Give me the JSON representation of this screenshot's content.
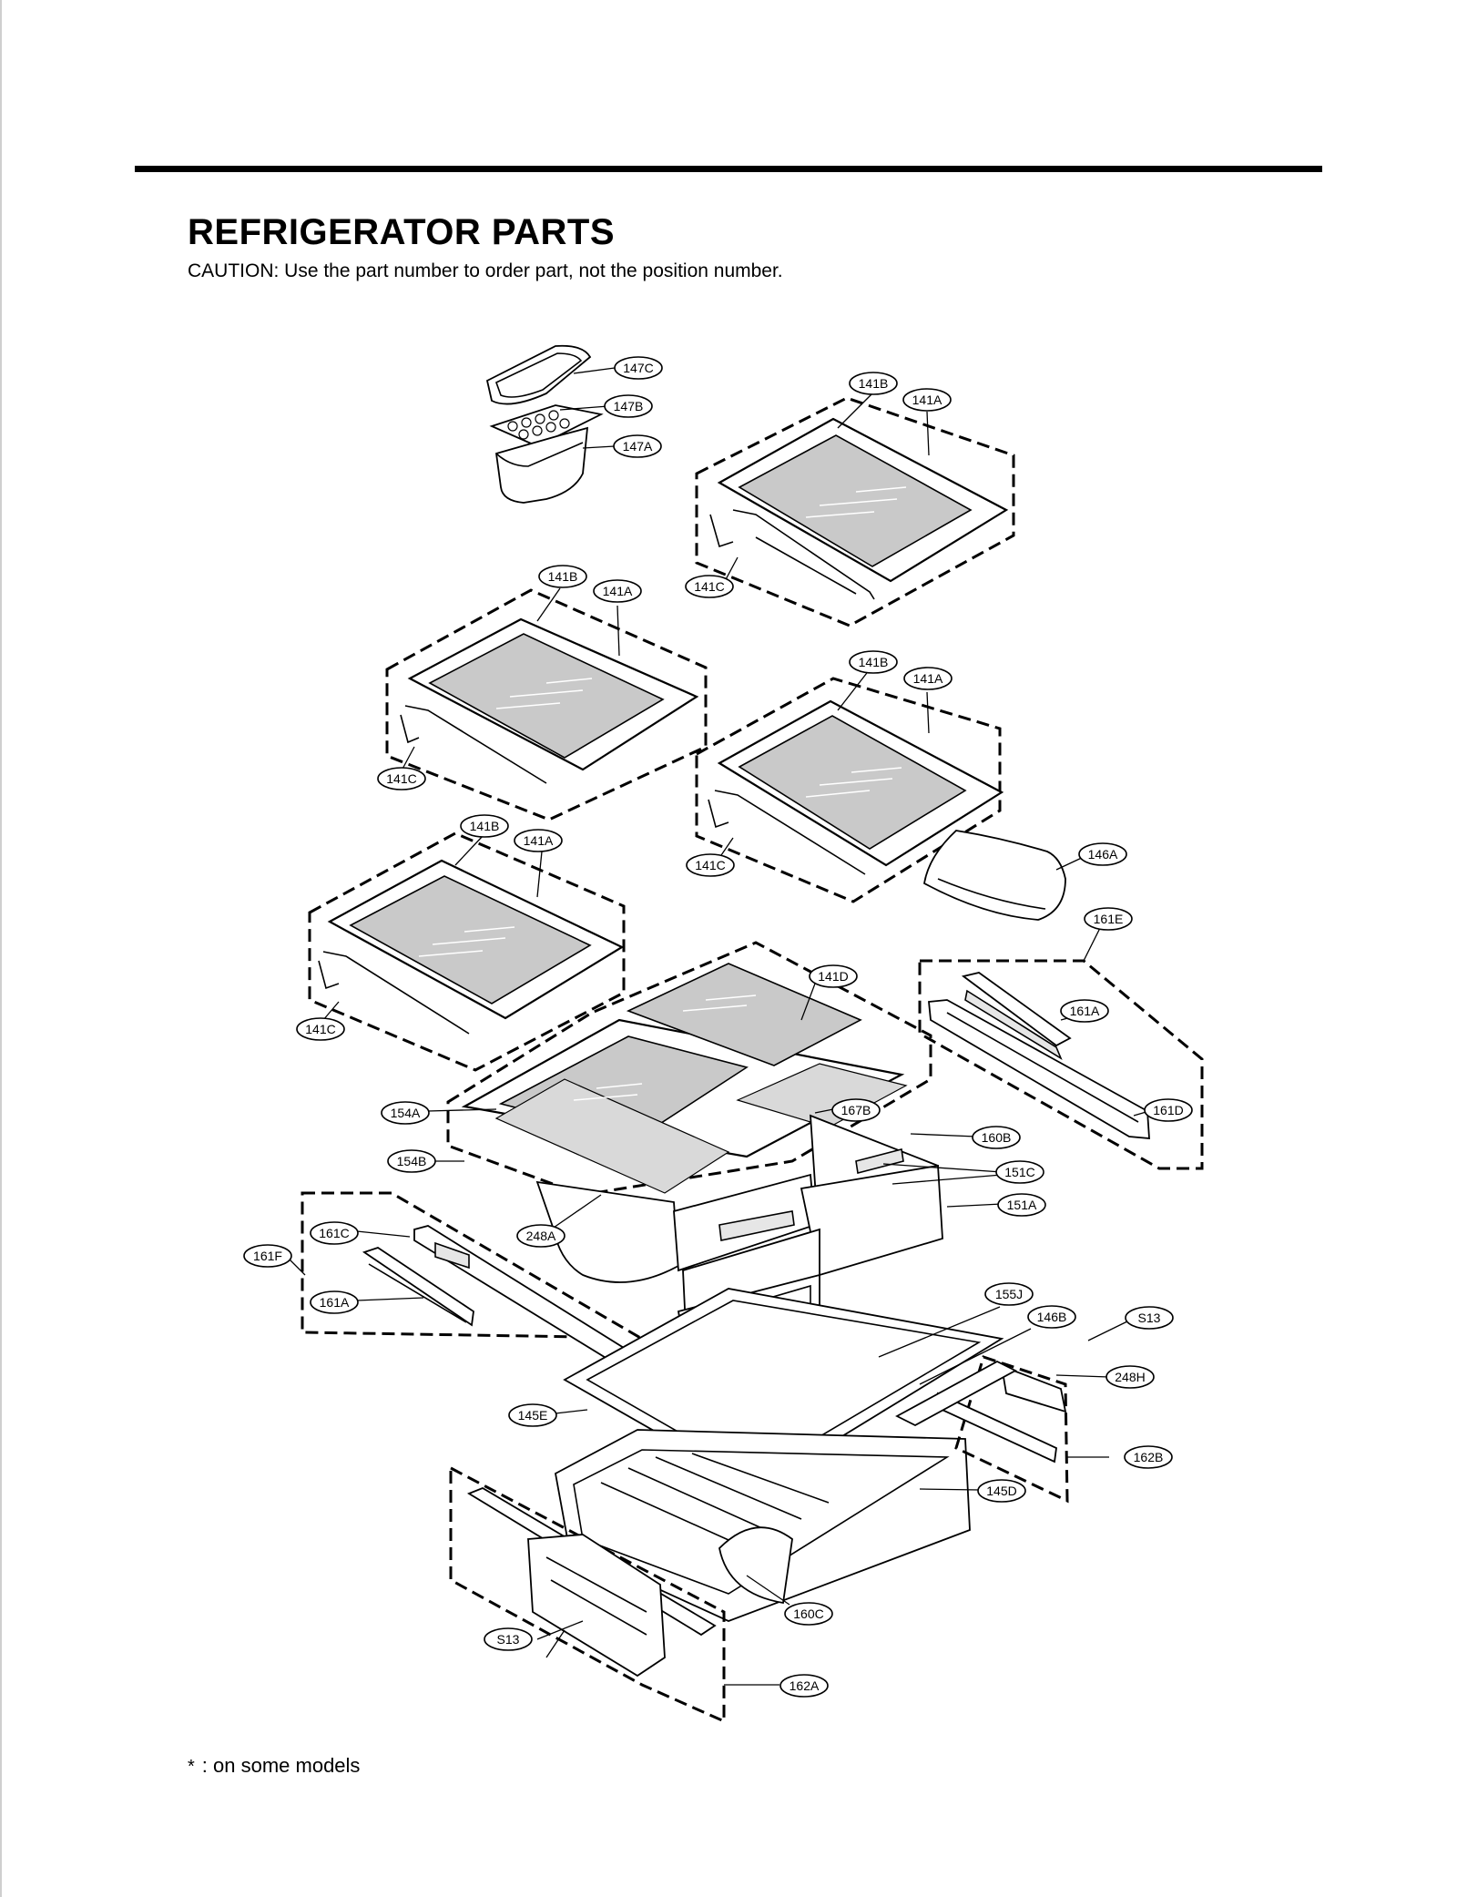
{
  "header": {
    "title": "REFRIGERATOR PARTS",
    "caution": "CAUTION: Use the part number to order part, not the position number."
  },
  "footnote": {
    "symbol": "*",
    "text": ": on some models"
  },
  "callouts": {
    "c147C": "147C",
    "c147B": "147B",
    "c147A": "147A",
    "s1_141B": "141B",
    "s1_141A": "141A",
    "s1_141C": "141C",
    "s2_141B": "141B",
    "s2_141A": "141A",
    "s2_141C": "141C",
    "s3_141B": "141B",
    "s3_141A": "141A",
    "s3_141C": "141C",
    "s4_141B": "141B",
    "s4_141A": "141A",
    "s4_141C": "141C",
    "c146A": "146A",
    "c161E": "161E",
    "c161A_r": "161A",
    "c161D": "161D",
    "c141D": "141D",
    "c154A": "154A",
    "c167B": "167B",
    "c160B": "160B",
    "c154B": "154B",
    "c151C": "151C",
    "c151A": "151A",
    "c248A": "248A",
    "c161C": "161C",
    "c161F": "161F",
    "c161A_l": "161A",
    "c155J": "155J",
    "c146B": "146B",
    "cS13_r": "S13",
    "c248H": "248H",
    "c145E": "145E",
    "c162B": "162B",
    "c145D": "145D",
    "c160C": "160C",
    "cS13_l": "S13",
    "c162A": "162A"
  }
}
